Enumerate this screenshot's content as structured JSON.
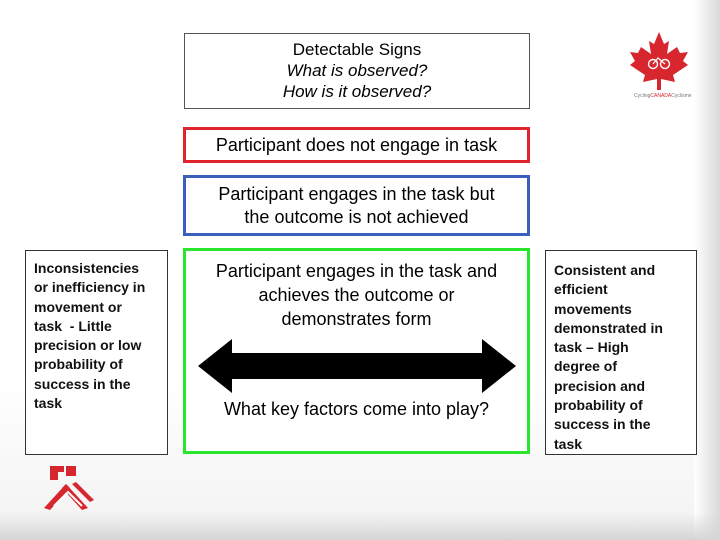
{
  "header": {
    "title": "Detectable Signs",
    "line2": "What is observed?",
    "line3": "How is it observed?"
  },
  "levels": {
    "red": "Participant does not engage in task",
    "blue_line1": "Participant engages in the task but",
    "blue_line2": "the outcome is not achieved",
    "green_line1": "Participant engages in the task and",
    "green_line2": "achieves the outcome or",
    "green_line3": "demonstrates form",
    "green_question": "What key factors come into play?"
  },
  "left_panel": {
    "lines": [
      "Inconsistencies",
      "or inefficiency in",
      "movement or",
      "task  - Little",
      "precision or low",
      "probability of",
      "success in the",
      "task"
    ]
  },
  "right_panel": {
    "lines": [
      "Consistent and",
      "efficient",
      "movements",
      "demonstrated in",
      "task – High",
      "degree of",
      "precision and",
      "probability of",
      "success in the",
      "task"
    ]
  },
  "logos": {
    "top_right": {
      "icon": "maple-leaf-icon",
      "caption_part1": "Cycling",
      "caption_part2": "CANADA",
      "caption_part3": "Cyclisme"
    },
    "bottom_left": {
      "icon": "coaching-association-logo-icon"
    }
  },
  "colors": {
    "red_border": "#e0242b",
    "blue_border": "#3a5fbd",
    "green_border": "#27e62b",
    "brand_red": "#d8262e"
  }
}
